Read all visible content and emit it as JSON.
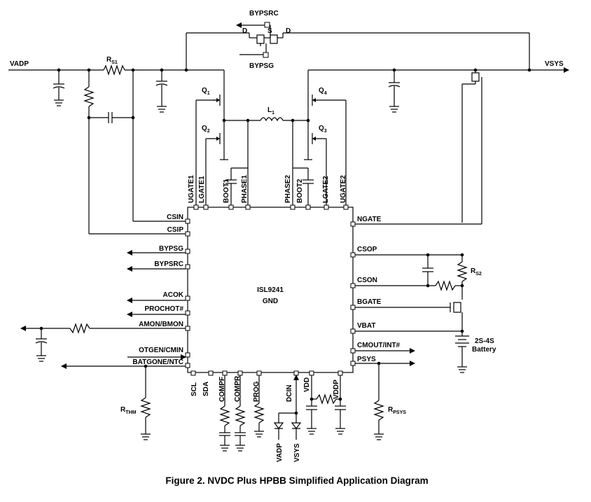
{
  "labels": {
    "vadp": "VADP",
    "vsys": "VSYS",
    "bypsrc": "BYPSRC",
    "bypsg": "BYPSG",
    "d_left": "D",
    "s_mid": "S",
    "d_right": "D",
    "rs1": "R",
    "rs1_sub": "S1",
    "q1": "Q",
    "q1_sub": "1",
    "q2": "Q",
    "q2_sub": "2",
    "q3": "Q",
    "q3_sub": "3",
    "q4": "Q",
    "q4_sub": "4",
    "l1": "L",
    "l1_sub": "1",
    "rs2": "R",
    "rs2_sub": "S2",
    "rthm": "R",
    "rthm_sub": "THM",
    "rpsys": "R",
    "rpsys_sub": "PSYS",
    "battery_line1": "2S-4S",
    "battery_line2": "Battery",
    "vadp_bottom": "VADP",
    "vsys_bottom": "VSYS"
  },
  "chip": {
    "name": "ISL9241",
    "gnd": "GND",
    "top_pins": [
      "UGATE1",
      "LGATE1",
      "BOOT1",
      "PHASE1",
      "PHASE2",
      "BOOT2",
      "LGATE2",
      "UGATE2"
    ],
    "left_pins": [
      "CSIN",
      "CSIP",
      "BYPSG",
      "BYPSRC",
      "ACOK",
      "PROCHOT#",
      "AMON/BMON",
      "OTGEN/CMIN",
      "BATGONE/NTC"
    ],
    "right_pins": [
      "NGATE",
      "CSOP",
      "CSON",
      "BGATE",
      "VBAT",
      "CMOUT/INT#",
      "PSYS"
    ],
    "bottom_pins": [
      "SCL",
      "SDA",
      "COMPF",
      "COMPR",
      "PROG",
      "DCIN",
      "VDD",
      "VDDP"
    ]
  },
  "caption": "Figure 2. NVDC Plus HPBB Simplified Application Diagram"
}
